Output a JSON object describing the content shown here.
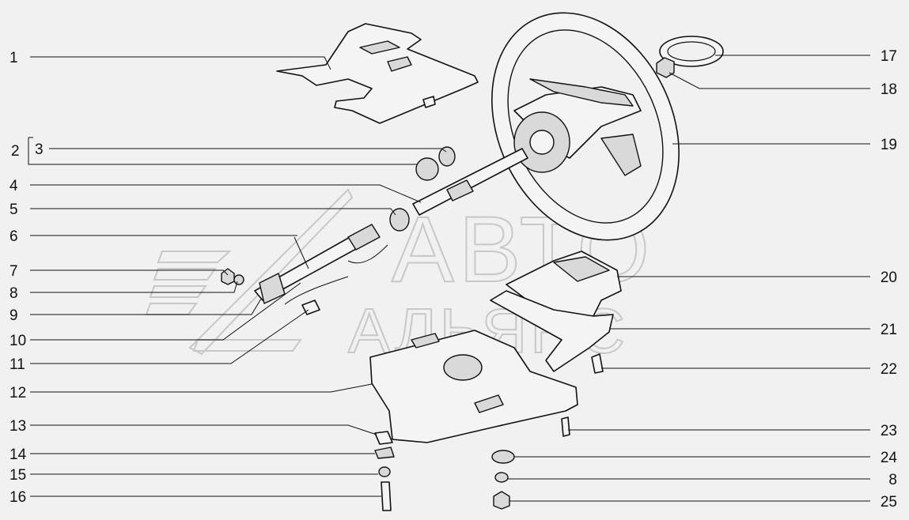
{
  "watermark": {
    "line1": "АВТО",
    "line2": "АЛЬЯНС",
    "color": "#c8c8c8"
  },
  "callouts": [
    {
      "label": "1"
    },
    {
      "label": "2"
    },
    {
      "label": "3"
    },
    {
      "label": "4"
    },
    {
      "label": "5"
    },
    {
      "label": "6"
    },
    {
      "label": "7"
    },
    {
      "label": "8"
    },
    {
      "label": "9"
    },
    {
      "label": "10"
    },
    {
      "label": "11"
    },
    {
      "label": "12"
    },
    {
      "label": "13"
    },
    {
      "label": "14"
    },
    {
      "label": "15"
    },
    {
      "label": "16"
    },
    {
      "label": "17"
    },
    {
      "label": "18"
    },
    {
      "label": "19"
    },
    {
      "label": "20"
    },
    {
      "label": "21"
    },
    {
      "label": "22"
    },
    {
      "label": "23"
    },
    {
      "label": "24"
    },
    {
      "label": "8"
    },
    {
      "label": "25"
    }
  ]
}
